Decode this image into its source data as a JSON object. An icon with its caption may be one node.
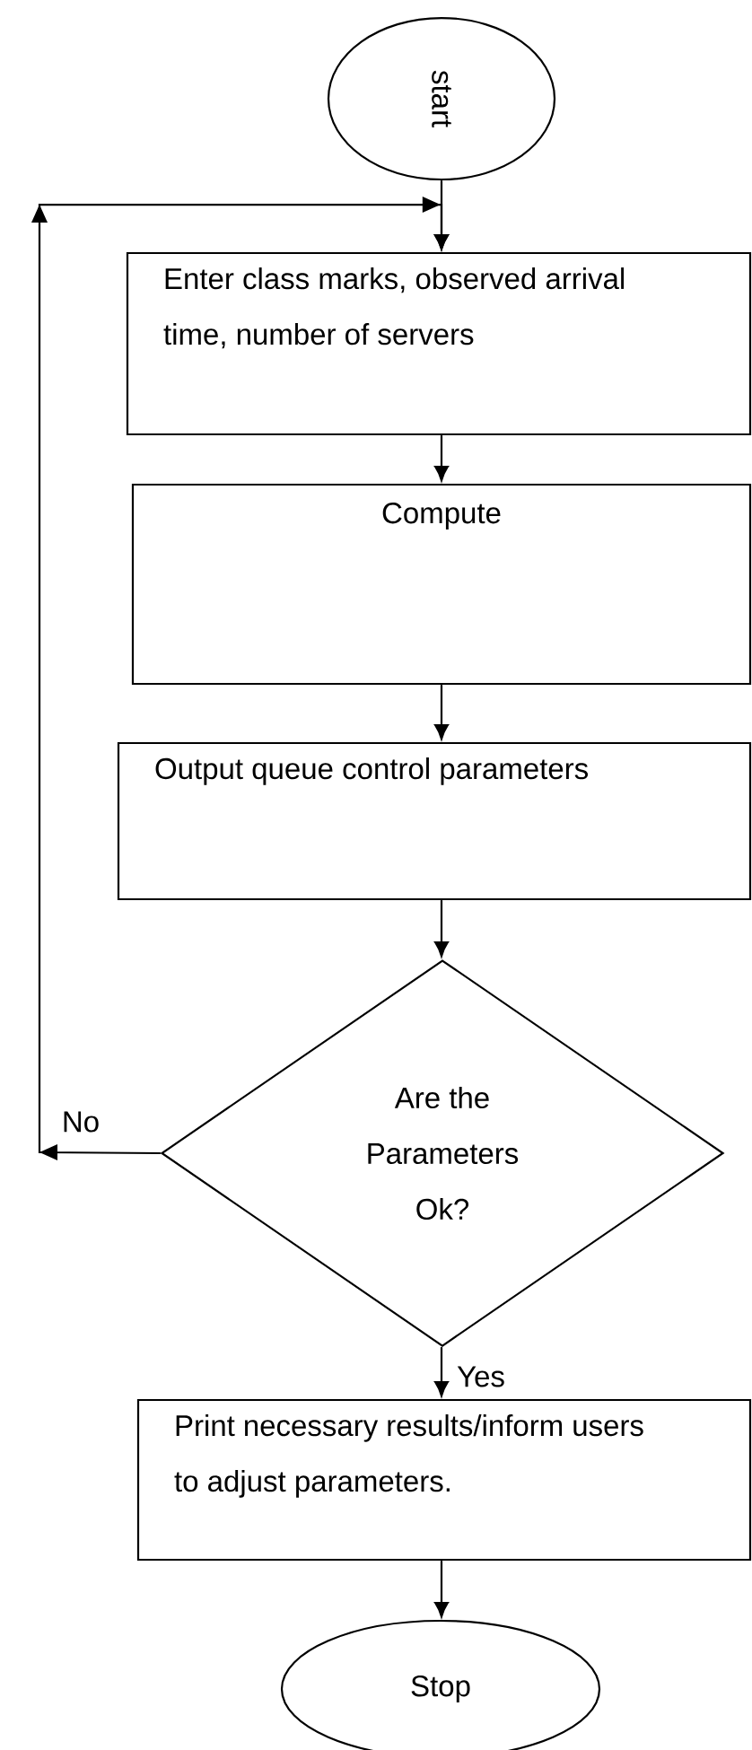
{
  "diagram": {
    "nodes": [
      {
        "text": [
          "start"
        ]
      },
      {
        "text": [
          "Enter class marks, observed arrival time, number of servers"
        ]
      },
      {
        "text": [
          "Compute"
        ]
      },
      {
        "text": [
          "Output queue control parameters"
        ]
      },
      {
        "text": [
          "Are the Parameters Ok?"
        ]
      },
      {
        "text": [
          "Print necessary results/inform users to adjust parameters."
        ]
      },
      {
        "text": [
          "Stop"
        ]
      }
    ],
    "edges": [
      {
        "from": 0,
        "to": 1,
        "arrow": "to"
      },
      {
        "from": 1,
        "to": 2,
        "arrow": "to"
      },
      {
        "from": 2,
        "to": 3,
        "arrow": "to"
      },
      {
        "from": 3,
        "to": 4,
        "arrow": "to"
      },
      {
        "from": 4,
        "to": 5,
        "arrow": "to",
        "label": "Yes"
      },
      {
        "from": 5,
        "to": 6,
        "arrow": "to"
      },
      {
        "from": 4,
        "to": 1,
        "arrow": "to",
        "label": "No"
      }
    ]
  }
}
